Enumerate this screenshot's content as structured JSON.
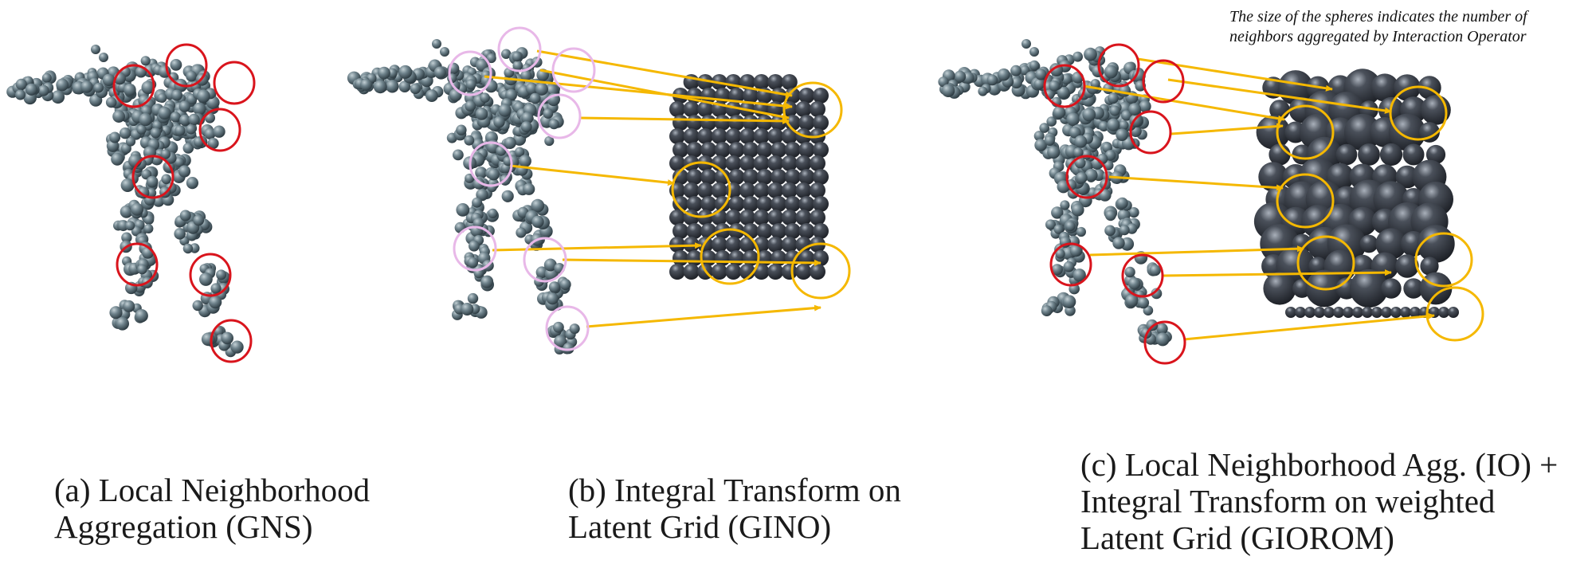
{
  "panels": [
    {
      "id": "a",
      "caption_lines": [
        "(a) Local Neighborhood",
        "Aggregation (GNS)"
      ],
      "neighborhood_circle_color": "#d9141c"
    },
    {
      "id": "b",
      "caption_lines": [
        "(b) Integral Transform on",
        "Latent Grid (GINO)"
      ],
      "neighborhood_circle_color": "#e8b8e8",
      "latent_circle_color": "#f5b800",
      "arrow_color": "#f5b800"
    },
    {
      "id": "c",
      "caption_lines": [
        "(c) Local Neighborhood Agg. (IO) +",
        "Integral Transform on weighted",
        "Latent Grid (GIOROM)"
      ],
      "neighborhood_circle_color": "#d9141c",
      "latent_circle_color": "#f5b800",
      "arrow_color": "#f5b800"
    }
  ],
  "note_lines": [
    "The size of the spheres indicates the number of",
    "neighbors aggregated by Interaction Operator"
  ],
  "colors": {
    "particle": "#5f727b",
    "particle_highlight": "#b9c8ce",
    "grid_sphere": "#3a3f48",
    "grid_highlight": "#9aa1ab"
  }
}
